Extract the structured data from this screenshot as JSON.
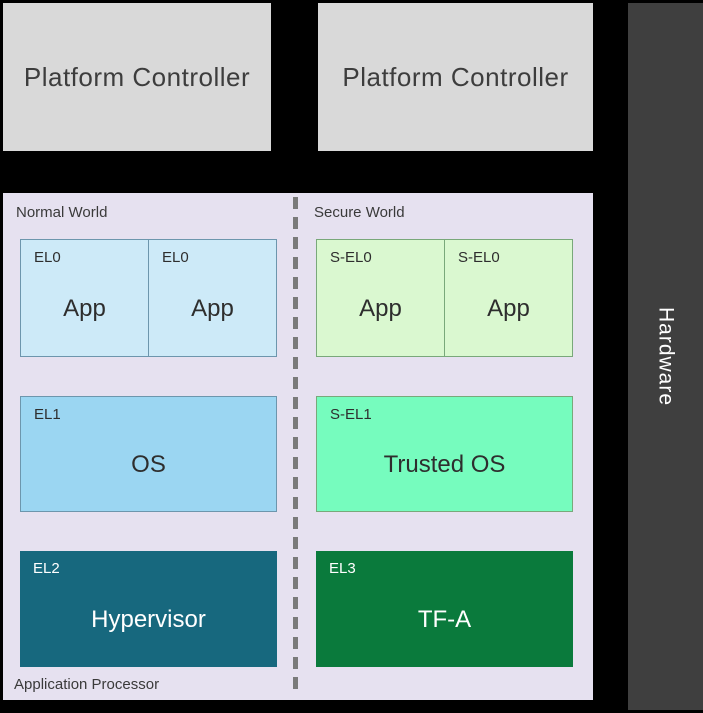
{
  "colors": {
    "background": "#000000",
    "platform_controller_fill": "#d9d9d9",
    "hardware_fill": "#3f3f3f",
    "app_processor_fill": "#e6e1f0",
    "el0_fill": "#cdeaf8",
    "el1_fill": "#9bd6f2",
    "el2_fill": "#17687e",
    "s_el0_fill": "#daf8d0",
    "s_el1_fill": "#76fcbe",
    "el3_fill": "#0a7a3c"
  },
  "platform_controllers": [
    {
      "label": "Platform Controller"
    },
    {
      "label": "Platform Controller"
    }
  ],
  "hardware": {
    "label": "Hardware"
  },
  "app_processor": {
    "label": "Application Processor",
    "normal_world": {
      "label": "Normal World",
      "apps": [
        {
          "level": "EL0",
          "name": "App"
        },
        {
          "level": "EL0",
          "name": "App"
        }
      ],
      "os": {
        "level": "EL1",
        "name": "OS"
      },
      "hypervisor": {
        "level": "EL2",
        "name": "Hypervisor"
      }
    },
    "secure_world": {
      "label": "Secure World",
      "apps": [
        {
          "level": "S-EL0",
          "name": "App"
        },
        {
          "level": "S-EL0",
          "name": "App"
        }
      ],
      "trusted_os": {
        "level": "S-EL1",
        "name": "Trusted OS"
      },
      "firmware": {
        "level": "EL3",
        "name": "TF-A"
      }
    }
  }
}
